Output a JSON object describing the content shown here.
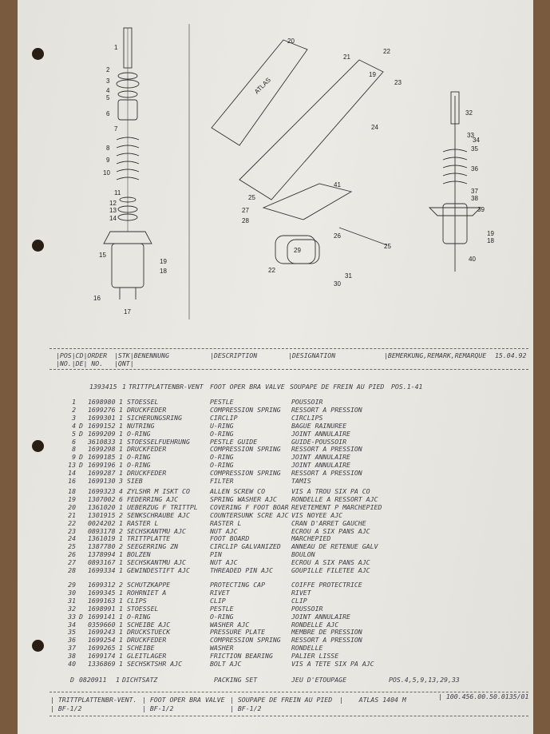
{
  "header": {
    "pos": "|POS|CD|ORDER",
    "pos2": "|NO.|DE| NO.",
    "qty": "|STK|BENENNUNG",
    "qty2": "|QNT|",
    "desc": "|DESCRIPTION",
    "desig": "|DESIGNATION",
    "remark": "|BEMERKUNG,REMARK,REMARQUE",
    "date": "15.04.92"
  },
  "assembly": {
    "order": "1393415",
    "qty": "1",
    "name": "TRITTPLATTENBR-VENT",
    "desc": "FOOT OPER BRA VALVE",
    "desig": "SOUPAPE DE FREIN AU PIED",
    "remark": "POS.1-41"
  },
  "groups": [
    [
      [
        "1",
        "",
        "1698980",
        "1",
        "STOESSEL",
        "PESTLE",
        "POUSSOIR"
      ],
      [
        "2",
        "",
        "1699276",
        "1",
        "DRUCKFEDER",
        "COMPRESSION SPRING",
        "RESSORT A PRESSION"
      ],
      [
        "3",
        "",
        "1699301",
        "1",
        "SICHERUNGSRING",
        "CIRCLIP",
        "CIRCLIPS"
      ],
      [
        "4",
        "D",
        "1699152",
        "1",
        "NUTRING",
        "U-RING",
        "BAGUE RAINUREE"
      ],
      [
        "5",
        "D",
        "1699209",
        "1",
        "O-RING",
        "O-RING",
        "JOINT ANNULAIRE"
      ],
      [
        "6",
        "",
        "3610833",
        "1",
        "STOESSELFUEHRUNG",
        "PESTLE GUIDE",
        "GUIDE-POUSSOIR"
      ],
      [
        "8",
        "",
        "1699298",
        "1",
        "DRUCKFEDER",
        "COMPRESSION SPRING",
        "RESSORT A PRESSION"
      ],
      [
        "9",
        "D",
        "1699185",
        "1",
        "O-RING",
        "O-RING",
        "JOINT ANNULAIRE"
      ],
      [
        "13",
        "D",
        "1699196",
        "1",
        "O-RING",
        "O-RING",
        "JOINT ANNULAIRE"
      ],
      [
        "14",
        "",
        "1699287",
        "1",
        "DRUCKFEDER",
        "COMPRESSION SPRING",
        "RESSORT A PRESSION"
      ],
      [
        "16",
        "",
        "1699130",
        "3",
        "SIEB",
        "FILTER",
        "TAMIS"
      ]
    ],
    [
      [
        "18",
        "",
        "1699323",
        "4",
        "ZYLSHR M ISKT CO",
        "ALLEN SCREW CO",
        "VIS A TROU SIX PA CO"
      ],
      [
        "19",
        "",
        "1307002",
        "6",
        "FEDERRING AJC",
        "SPRING WASHER AJC",
        "RONDELLE A RESSORT AJC"
      ],
      [
        "20",
        "",
        "1361020",
        "1",
        "UEBERZUG F TRITTPL",
        "COVERING F FOOT BOAR",
        "REVETEMENT P MARCHEPIED"
      ],
      [
        "21",
        "",
        "1301915",
        "2",
        "SENKSCHRAUBE AJC",
        "COUNTERSUNK SCRE AJC",
        "VIS NOYEE AJC"
      ],
      [
        "22",
        "",
        "0024202",
        "1",
        "RASTER L",
        "RASTER L",
        "CRAN D'ARRET GAUCHE"
      ],
      [
        "23",
        "",
        "0893178",
        "2",
        "SECHSKANTMU AJC",
        "NUT AJC",
        "ECROU A SIX PANS AJC"
      ],
      [
        "24",
        "",
        "1361019",
        "1",
        "TRITTPLATTE",
        "FOOT BOARD",
        "MARCHEPIED"
      ],
      [
        "25",
        "",
        "1387780",
        "2",
        "SEEGERRING ZN",
        "CIRCLIP GALVANIZED",
        "ANNEAU DE RETENUE GALV"
      ],
      [
        "26",
        "",
        "1378994",
        "1",
        "BOLZEN",
        "PIN",
        "BOULON"
      ],
      [
        "27",
        "",
        "0893167",
        "1",
        "SECHSKANTMU AJC",
        "NUT AJC",
        "ECROU A SIX PANS AJC"
      ],
      [
        "28",
        "",
        "1699334",
        "1",
        "GEWINDESTIFT AJC",
        "THREADED PIN AJC",
        "GOUPILLE FILETEE AJC"
      ]
    ],
    [
      [
        "29",
        "",
        "1699312",
        "2",
        "SCHUTZKAPPE",
        "PROTECTING CAP",
        "COIFFE PROTECTRICE"
      ],
      [
        "30",
        "",
        "1699345",
        "1",
        "ROHRNIET A",
        "RIVET",
        "RIVET"
      ],
      [
        "31",
        "",
        "1699163",
        "1",
        "CLIPS",
        "CLIP",
        "CLIP"
      ],
      [
        "32",
        "",
        "1698991",
        "1",
        "STOESSEL",
        "PESTLE",
        "POUSSOIR"
      ],
      [
        "33",
        "D",
        "1699141",
        "1",
        "O-RING",
        "O-RING",
        "JOINT ANNULAIRE"
      ],
      [
        "34",
        "",
        "0359660",
        "1",
        "SCHEIBE AJC",
        "WASHER AJC",
        "RONDELLE AJC"
      ],
      [
        "35",
        "",
        "1699243",
        "1",
        "DRUCKSTUECK",
        "PRESSURE PLATE",
        "MEMBRE DE PRESSION"
      ],
      [
        "36",
        "",
        "1699254",
        "1",
        "DRUCKFEDER",
        "COMPRESSION SPRING",
        "RESSORT A PRESSION"
      ],
      [
        "37",
        "",
        "1699265",
        "1",
        "SCHEIBE",
        "WASHER",
        "RONDELLE"
      ],
      [
        "38",
        "",
        "1699174",
        "1",
        "GLEITLAGER",
        "FRICTION BEARING",
        "PALIER LISSE"
      ],
      [
        "40",
        "",
        "1336869",
        "1",
        "SECHSKTSHR AJC",
        "BOLT AJC",
        "VIS A TETE SIX PA AJC"
      ]
    ]
  ],
  "packing": {
    "cd": "D",
    "order": "0820911",
    "qty": "1",
    "name": "DICHTSATZ",
    "desc": "PACKING SET",
    "desig": "JEU D'ETOUPAGE",
    "remark": "POS.4,5,9,13,29,33"
  },
  "footer": {
    "name": "| TRITTPLATTENBR-VENT.",
    "desc": "| FOOT OPER BRA VALVE",
    "desig": "| SOUPAPE DE FREIN AU PIED",
    "model": "|    ATLAS 1404 M",
    "docno": "| 100.456.00.50.0135/01",
    "page1": "| BF-1/2",
    "page2": "| BF-1/2",
    "page3": "| BF-1/2"
  },
  "diagram": {
    "logo": "ATLAS",
    "callouts": [
      "1",
      "2",
      "3",
      "4",
      "5",
      "6",
      "7",
      "8",
      "9",
      "10",
      "11",
      "12",
      "13",
      "14",
      "15",
      "19",
      "18",
      "16",
      "17",
      "20",
      "21",
      "22",
      "19",
      "23",
      "24",
      "41",
      "25",
      "27",
      "28",
      "26",
      "25",
      "29",
      "22",
      "31",
      "30",
      "32",
      "33",
      "34",
      "35",
      "36",
      "37",
      "38",
      "39",
      "19",
      "18",
      "40"
    ]
  }
}
